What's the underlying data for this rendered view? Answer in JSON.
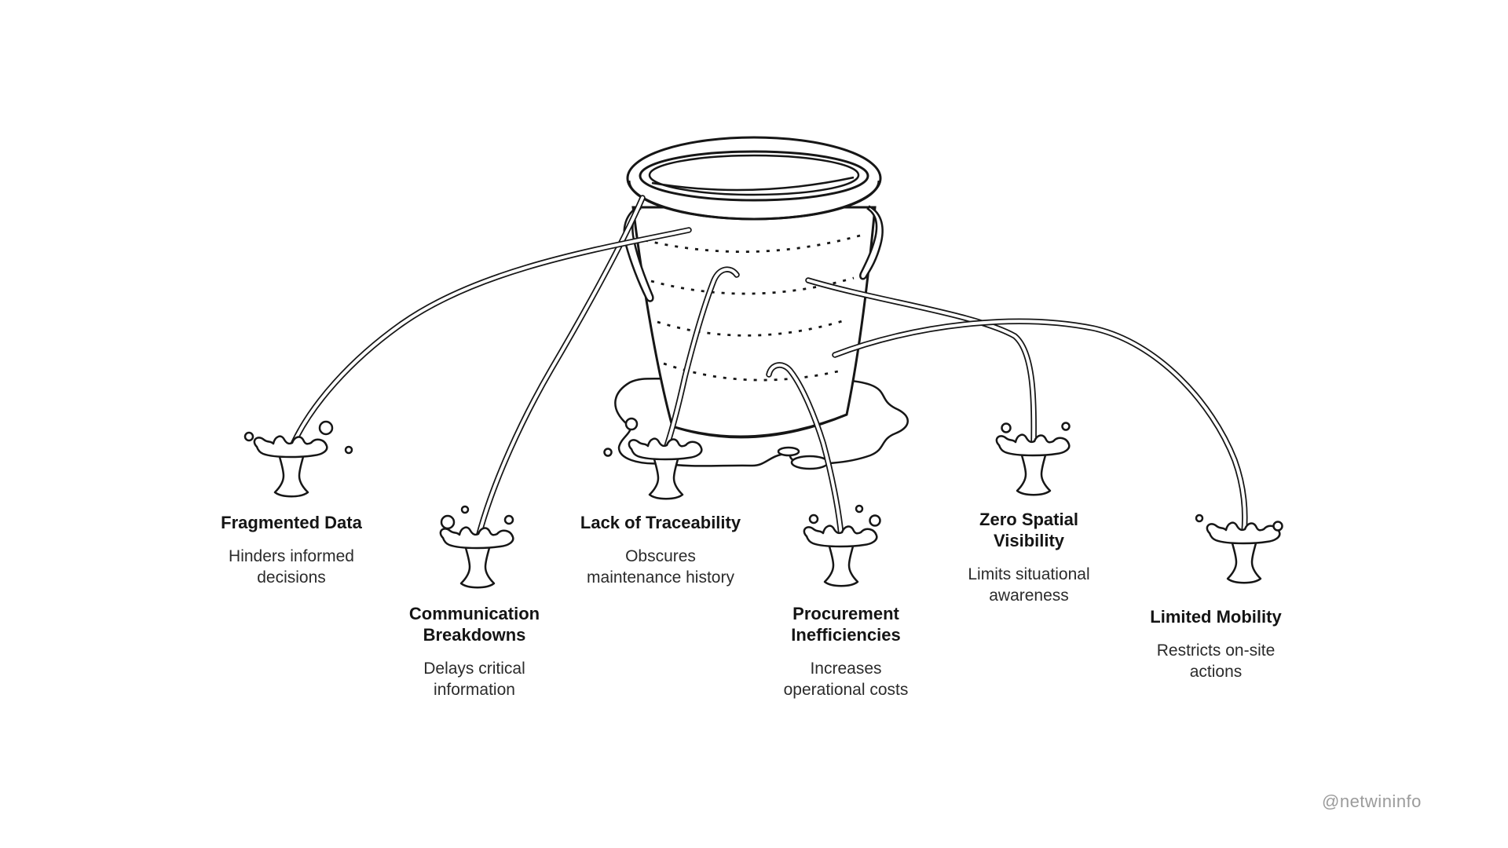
{
  "illustration": {
    "name": "leaky-bucket",
    "line_color": "#161616",
    "fill_color": "#ffffff"
  },
  "leaks": [
    {
      "title": "Fragmented Data",
      "subtitle": "Hinders informed\ndecisions"
    },
    {
      "title": "Communication\nBreakdowns",
      "subtitle": "Delays critical\ninformation"
    },
    {
      "title": "Lack of Traceability",
      "subtitle": "Obscures\nmaintenance history"
    },
    {
      "title": "Procurement\nInefficiencies",
      "subtitle": "Increases\noperational costs"
    },
    {
      "title": "Zero Spatial\nVisibility",
      "subtitle": "Limits situational\nawareness"
    },
    {
      "title": "Limited Mobility",
      "subtitle": "Restricts on-site\nactions"
    }
  ],
  "icons": {
    "bucket": "bucket-icon",
    "splash": "water-splash-icon"
  },
  "watermark": {
    "text": "@netwininfo",
    "color": "#9b9b9b"
  }
}
